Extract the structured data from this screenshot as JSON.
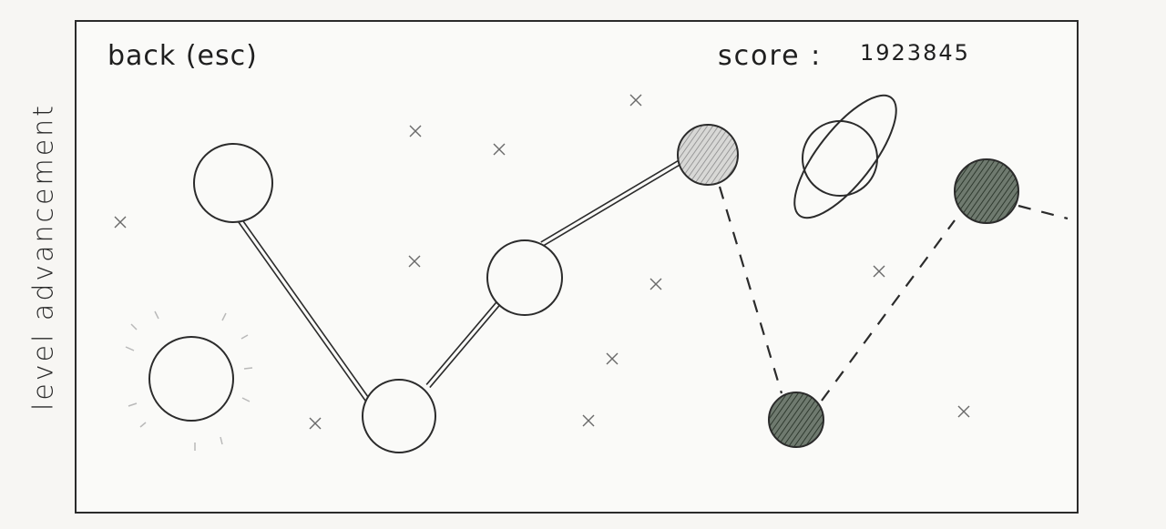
{
  "side_label": "level advancement",
  "back_button": {
    "label": "back (esc)"
  },
  "score": {
    "label": "score :",
    "value": "1923845"
  },
  "level_map": {
    "levels": [
      {
        "state": "unlocked"
      },
      {
        "state": "unlocked"
      },
      {
        "state": "unlocked"
      },
      {
        "state": "current"
      },
      {
        "state": "locked"
      },
      {
        "state": "locked"
      }
    ],
    "paths": [
      {
        "style": "solid"
      },
      {
        "style": "solid"
      },
      {
        "style": "solid"
      },
      {
        "style": "dashed"
      },
      {
        "style": "dashed"
      },
      {
        "style": "dashed"
      }
    ]
  },
  "decorations": {
    "sun": "sun-icon",
    "planet": "ringed-planet-icon",
    "star": "star-icon"
  },
  "colors": {
    "ink": "#2b2b2b",
    "shade_light": "#9a9a9a",
    "shade_dark": "#3e4a3e",
    "paper": "#fafaf8"
  }
}
